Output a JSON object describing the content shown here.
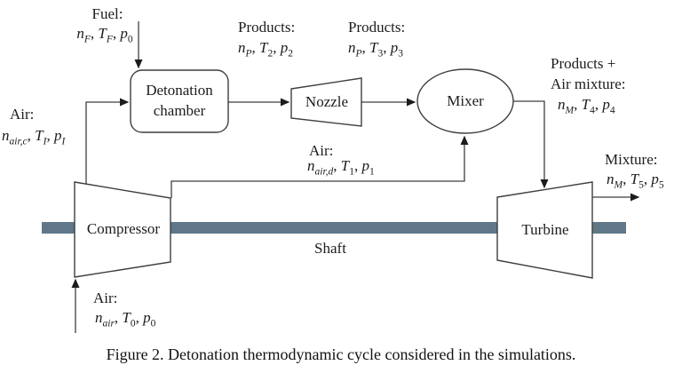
{
  "palette": {
    "line_color": "#3f3f3f",
    "shaft_color": "#5f7789",
    "text_color": "#1c1c1c",
    "background": "#ffffff",
    "shape_fill": "#ffffff"
  },
  "components": {
    "detonation_chamber": "Detonation chamber",
    "nozzle": "Nozzle",
    "mixer": "Mixer",
    "compressor": "Compressor",
    "turbine": "Turbine",
    "shaft": "Shaft"
  },
  "streams": {
    "fuel": {
      "label": "Fuel:",
      "math": "n_F, T_F, p_0"
    },
    "air_compressor": {
      "label": "Air:",
      "math": "n_{air,c}, T_I, p_I"
    },
    "products_2": {
      "label": "Products:",
      "math": "n_P, T_2, p_2"
    },
    "products_3": {
      "label": "Products:",
      "math": "n_P, T_3, p_3"
    },
    "air_duct": {
      "label": "Air:",
      "math": "n_{air,d}, T_1, p_1"
    },
    "products_air_mixture": {
      "label_line1": "Products +",
      "label_line2": "Air mixture:",
      "math": "n_M, T_4, p_4"
    },
    "mixture_out": {
      "label": "Mixture:",
      "math": "n_M, T_5, p_5"
    },
    "air_inlet": {
      "label": "Air:",
      "math": "n_{air}, T_0, p_0"
    }
  },
  "caption": "Figure 2. Detonation thermodynamic cycle considered in the simulations."
}
